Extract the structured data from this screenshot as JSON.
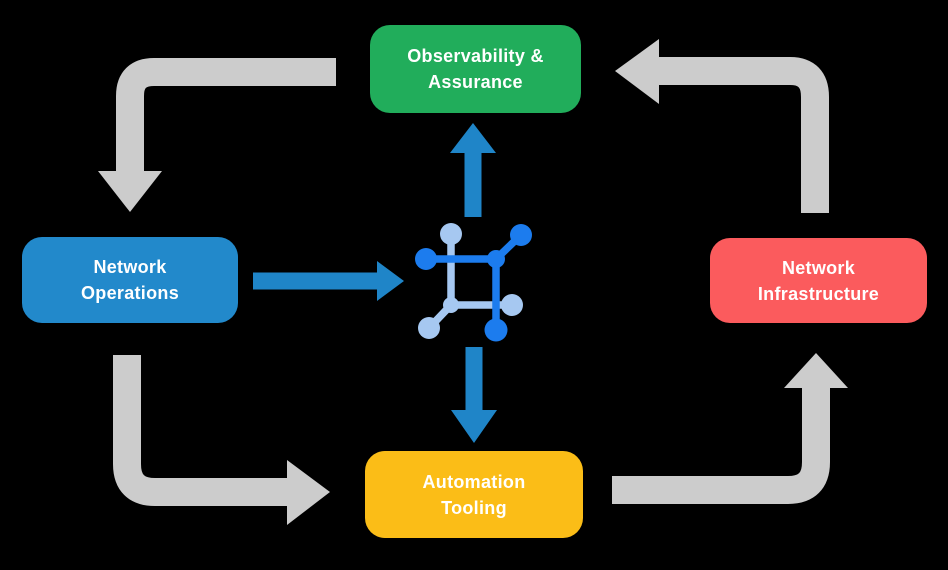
{
  "diagram": {
    "background": "#000000",
    "nodes": {
      "observability": {
        "label_line1": "Observability &",
        "label_line2": "Assurance",
        "color": "#21AD5B"
      },
      "operations": {
        "label_line1": "Network",
        "label_line2": "Operations",
        "color": "#2289CB"
      },
      "infrastructure": {
        "label_line1": "Network",
        "label_line2": "Infrastructure",
        "color": "#FB5B5D"
      },
      "automation": {
        "label_line1": "Automation",
        "label_line2": "Tooling",
        "color": "#FBBD17"
      }
    },
    "colors": {
      "cycle_arrow": "#CCCCCC",
      "flow_arrow": "#1F85C8",
      "icon_dark": "#1C7CEE",
      "icon_light": "#A6C8F1",
      "text": "#FFFFFF"
    },
    "center_icon": "network-topology-icon"
  }
}
